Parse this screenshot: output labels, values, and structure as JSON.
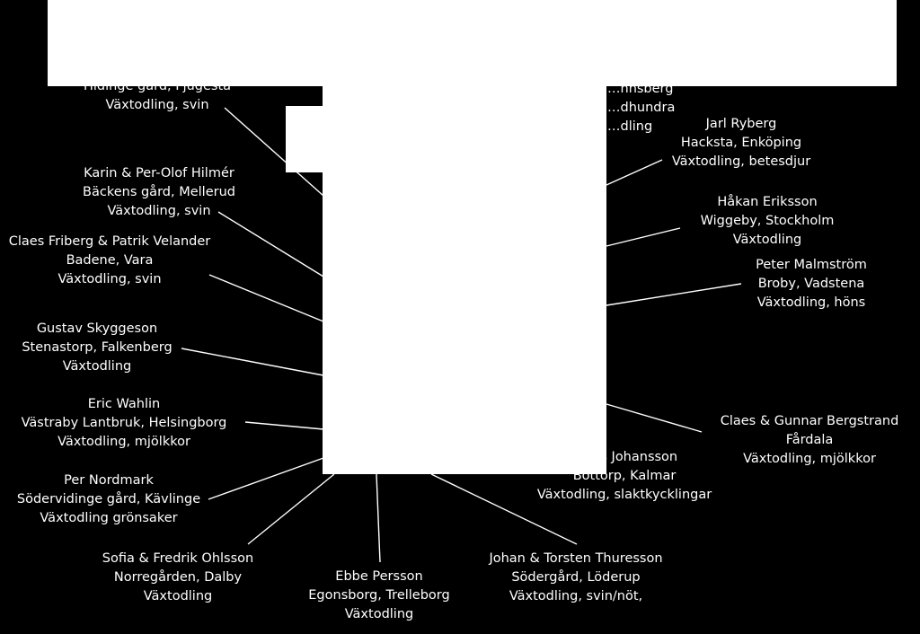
{
  "colors": {
    "background": "#000000",
    "text": "#ffffff",
    "panel": "#ffffff",
    "connector": "#ffffff"
  },
  "farms": [
    {
      "name": "",
      "place": "Hidinge gård, Fjugesta",
      "activity": "Växtodling, svin"
    },
    {
      "name": "",
      "place": "…nnsberg",
      "activity": "…dhundra"
    },
    {
      "name": "",
      "place": "",
      "activity": "…dling"
    },
    {
      "name": "Jarl Ryberg",
      "place": "Hacksta, Enköping",
      "activity": "Växtodling, betesdjur"
    },
    {
      "name": "Karin & Per-Olof Hilmér",
      "place": "Bäckens gård, Mellerud",
      "activity": "Växtodling, svin"
    },
    {
      "name": "Håkan Eriksson",
      "place": "Wiggeby, Stockholm",
      "activity": "Växtodling"
    },
    {
      "name": "Claes Friberg & Patrik Velander",
      "place": "Badene, Vara",
      "activity": "Växtodling, svin"
    },
    {
      "name": "Peter Malmström",
      "place": "Broby, Vadstena",
      "activity": "Växtodling, höns"
    },
    {
      "name": "Gustav Skyggeson",
      "place": "Stenastorp, Falkenberg",
      "activity": "Växtodling"
    },
    {
      "name": "Eric Wahlin",
      "place": "Västraby Lantbruk, Helsingborg",
      "activity": "Växtodling, mjölkkor"
    },
    {
      "name": "Claes & Gunnar Bergstrand",
      "place": "Fårdala",
      "activity": "Växtodling, mjölkkor"
    },
    {
      "name": "…s Johansson",
      "place": "Bottorp, Kalmar",
      "activity": "Växtodling, slaktkycklingar"
    },
    {
      "name": "Per Nordmark",
      "place": "Södervidinge gård,  Kävlinge",
      "activity": "Växtodling grönsaker"
    },
    {
      "name": "Sofia & Fredrik Ohlsson",
      "place": "Norregården, Dalby",
      "activity": "Växtodling"
    },
    {
      "name": "Ebbe Persson",
      "place": "Egonsborg, Trelleborg",
      "activity": "Växtodling"
    },
    {
      "name": "Johan & Torsten Thuresson",
      "place": "Södergård, Löderup",
      "activity": "Växtodling, svin/nöt,"
    }
  ]
}
